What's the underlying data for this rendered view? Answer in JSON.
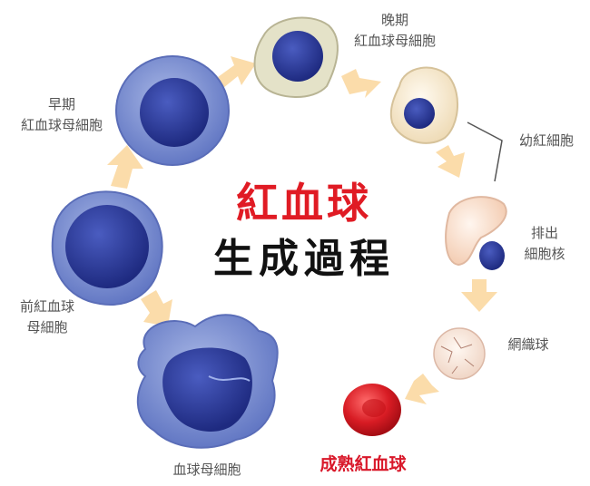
{
  "title": {
    "line1": "紅血球",
    "line2": "生成過程"
  },
  "stages": [
    {
      "id": "hemocytoblast",
      "lines": [
        "血球母細胞"
      ]
    },
    {
      "id": "proerythroblast",
      "lines": [
        "前紅血球",
        "母細胞"
      ]
    },
    {
      "id": "early-erythroblast",
      "lines": [
        "早期",
        "紅血球母細胞"
      ]
    },
    {
      "id": "late-erythroblast",
      "lines": [
        "晚期",
        "紅血球母細胞"
      ]
    },
    {
      "id": "normoblast",
      "lines": [
        "幼紅細胞"
      ]
    },
    {
      "id": "nucleus-ejection",
      "lines": [
        "排出",
        "細胞核"
      ]
    },
    {
      "id": "reticulocyte",
      "lines": [
        "網織球"
      ]
    },
    {
      "id": "mature-rbc",
      "lines": [
        "成熟紅血球"
      ]
    }
  ],
  "colors": {
    "title_red": "#e01b24",
    "arrow": "#fbdcaa",
    "nucleus": "#2b3a9a",
    "cell_blue": "#7b8fd0",
    "mature_red": "#d9182a"
  }
}
